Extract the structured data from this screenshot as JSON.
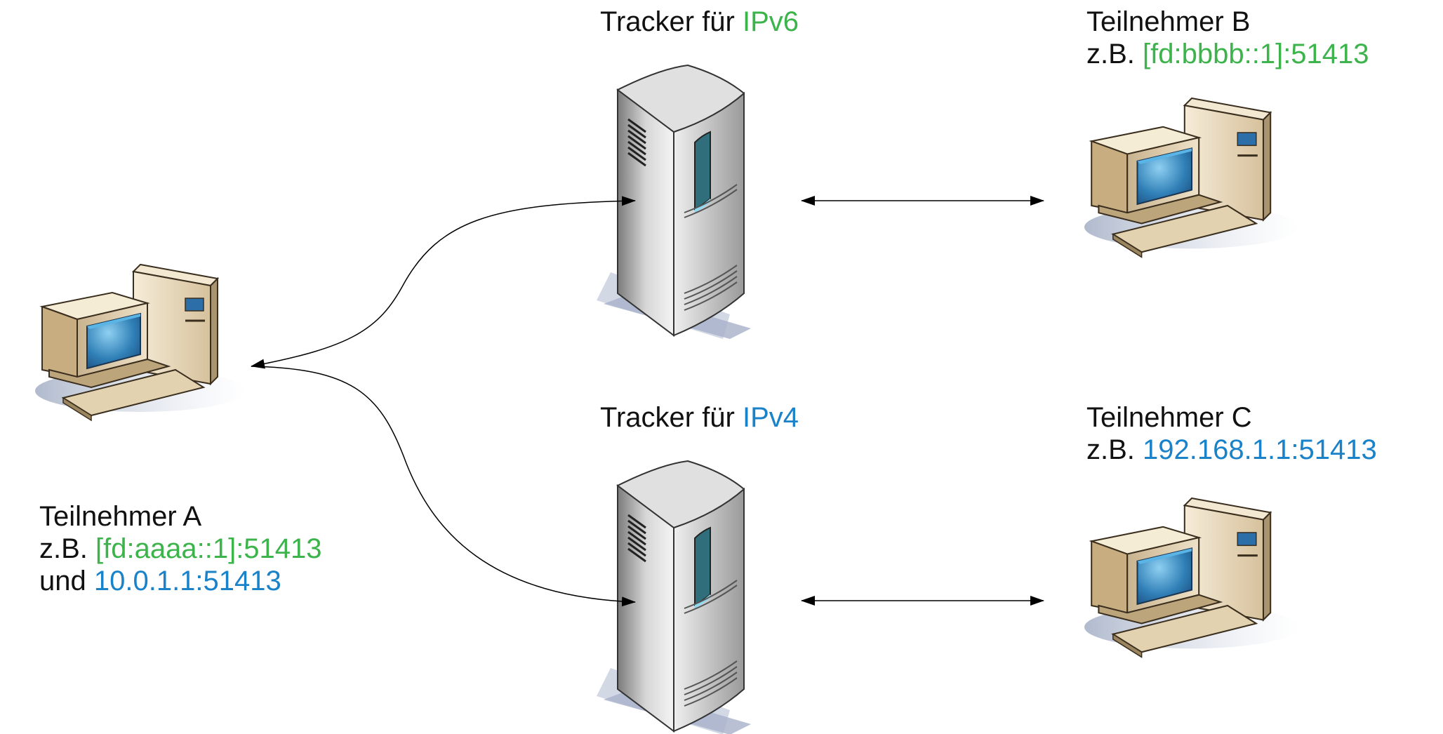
{
  "colors": {
    "ipv6": "#3cb44b",
    "ipv4": "#1a82c8",
    "text": "#111111"
  },
  "trackers": [
    {
      "prefix": "Tracker für ",
      "protocol": "IPv6",
      "color_key": "ipv6"
    },
    {
      "prefix": "Tracker für ",
      "protocol": "IPv4",
      "color_key": "ipv4"
    }
  ],
  "participants": {
    "a": {
      "name": "Teilnehmer A",
      "example_prefix": "z.B. ",
      "addr_v6": "[fd:aaaa::1]:51413",
      "joiner": "und ",
      "addr_v4": "10.0.1.1:51413"
    },
    "b": {
      "name": "Teilnehmer B",
      "example_prefix": "z.B. ",
      "addr_v6": "[fd:bbbb::1]:51413"
    },
    "c": {
      "name": "Teilnehmer C",
      "example_prefix": "z.B. ",
      "addr_v4": "192.168.1.1:51413"
    }
  },
  "icons": [
    "desktop-computer-icon",
    "server-tower-icon"
  ]
}
